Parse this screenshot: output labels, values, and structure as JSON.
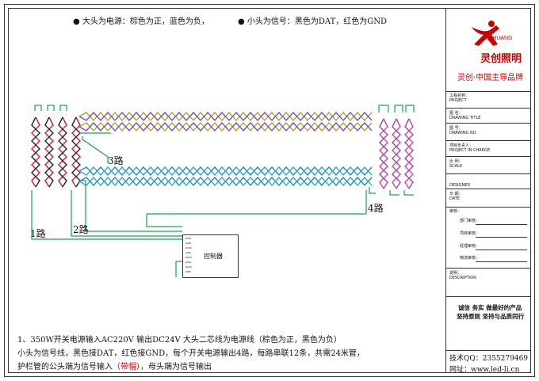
{
  "legend": {
    "left": "大头为电源：棕色为正，蓝色为负，",
    "right": "小头为信号：黑色为DAT，红色为GND"
  },
  "logo": {
    "brand_en": "L-CHUANG",
    "brand_cn": "灵创照明",
    "slogan": "灵创·中国主导品牌"
  },
  "title_block": {
    "rows": [
      {
        "cn": "工程名称：",
        "en": "PROJECT"
      },
      {
        "cn": "图 名：",
        "en": "DRAWING TITLE"
      },
      {
        "cn": "图 号：",
        "en": "DRAWING NO"
      },
      {
        "cn": "项目负责人：",
        "en": "PROJECT IN CHARGE"
      },
      {
        "cn": "比 例：",
        "en": "SCALE"
      },
      {
        "cn": "",
        "en": "DESIGNED"
      },
      {
        "cn": "日 期：",
        "en": "DATE"
      },
      {
        "cn": "审核：",
        "en": ""
      }
    ],
    "reviews": [
      "部门审核：",
      "项目审核：",
      "经理审核：",
      "物流审核："
    ],
    "desc_cn": "说明：",
    "desc_en": "DESCRIPTION",
    "motto1": "诚信  务实  做最好的产品",
    "motto2": "坚持原则  坚持与品质同行",
    "qq": "技术QQ：2355279469",
    "site": "网址：www.led-li.cn"
  },
  "routes": {
    "r1": "1路",
    "r2": "2路",
    "r3": "3路",
    "r4": "4路"
  },
  "controller": {
    "label": "控制器",
    "pins": [
      "DAT1",
      "GND",
      "DAT2",
      "GND",
      "DAT3",
      "GND",
      "DAT4",
      "GND"
    ]
  },
  "notes": {
    "line1": "1、350W开关电源输入AC220V        输出DC24V         大头二芯线为电源线（棕色为正，黑色为负）",
    "line2": "小头为信号线，黑色接DAT，红色接GND，每个开关电源输出4路，每路串联12条，共需24米管，",
    "line3a": "护栏管的公头端为信号输入",
    "line3b": "（带帽）",
    "line3c": "，母头端为信号输出"
  },
  "colors": {
    "olive": "#9bad3a",
    "purple": "#8c4aa8",
    "blue": "#2f7fc1",
    "cyan": "#22b3b8",
    "green_wire": "#1aa05a",
    "red": "#cc1f2a",
    "magenta": "#e0419a",
    "brand_red": "#cc0000"
  }
}
